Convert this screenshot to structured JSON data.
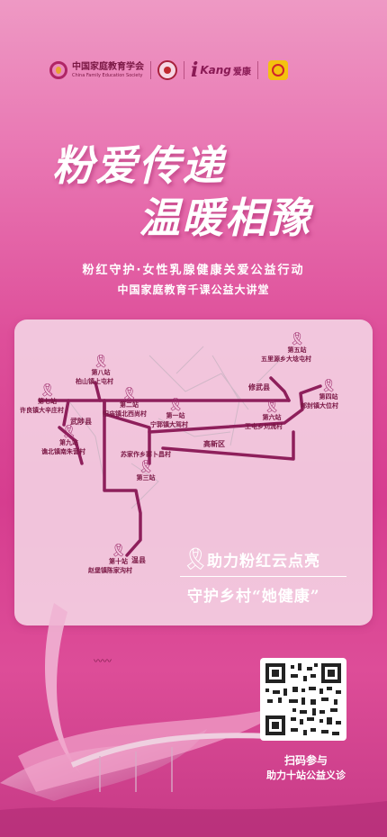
{
  "logos": {
    "cfes_cn": "中国家庭教育学会",
    "cfes_en": "China Family Education Society",
    "ikang_i": "i",
    "ikang_kang": "Kang",
    "ikang_cn": "爱康"
  },
  "title": {
    "line1": "粉爱传递",
    "line2": "温暖相豫"
  },
  "subtitle": {
    "line1": "粉红守护·女性乳腺健康关爱公益行动",
    "line2": "中国家庭教育千课公益大讲堂"
  },
  "map": {
    "stations": [
      {
        "stop": "第一站",
        "place": "宁郭镇大驾村"
      },
      {
        "stop": "第二站",
        "place": "阳庙镇北西尚村"
      },
      {
        "stop": "第三站",
        "place": "苏家作乡寨卜昌村"
      },
      {
        "stop": "第四站",
        "place": "郇封镇大位村"
      },
      {
        "stop": "第五站",
        "place": "五里源乡大埝屯村"
      },
      {
        "stop": "第六站",
        "place": "王屯乡刘流村"
      },
      {
        "stop": "第七站",
        "place": "许良镇大辛庄村"
      },
      {
        "stop": "第八站",
        "place": "柏山镇上屯村"
      },
      {
        "stop": "第九站",
        "place": "谯北镇南朱营村"
      },
      {
        "stop": "第十站",
        "place": "赵堡镇陈家沟村"
      }
    ],
    "counties": [
      "修武县",
      "武陟县",
      "高新区",
      "温县"
    ]
  },
  "slogan": {
    "line1": "助力粉红云点亮",
    "line2": "守护乡村“她健康”"
  },
  "qr": {
    "caption1": "扫码参与",
    "caption2": "助力十站公益义诊"
  },
  "colors": {
    "route": "#8e1f5b",
    "accent": "#d63d8f"
  }
}
